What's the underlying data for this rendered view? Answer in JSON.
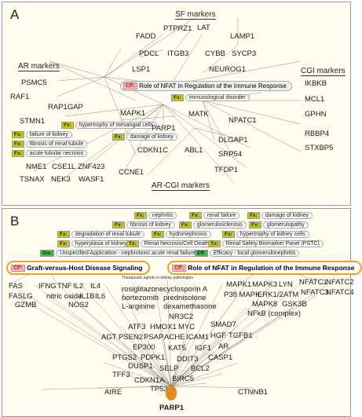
{
  "panel_a": {
    "label": "A",
    "groups": [
      "SF markers",
      "AR markers",
      "CGI markers",
      "AR-CGI markers"
    ],
    "cp": {
      "tag": "CP:",
      "text": "Role of NFAT in Regulation of the Immune Response"
    },
    "fx": [
      {
        "tag": "Fx:",
        "text": "immunological disorder"
      },
      {
        "tag": "Fx:",
        "text": "hypertrophy of mesangial cells"
      },
      {
        "tag": "Fx:",
        "text": "damage of kidney"
      },
      {
        "tag": "Fx:",
        "text": "failure of kidney"
      },
      {
        "tag": "Fx:",
        "text": "fibrosis of renal tubule"
      },
      {
        "tag": "Fx:",
        "text": "acute tubular necrosis"
      }
    ],
    "genes": [
      "FADD",
      "PTPRZ1",
      "LAT",
      "LAMP1",
      "PDCL",
      "ITGB3",
      "CYBB",
      "SYCP3",
      "LSP1",
      "NEUROG1",
      "PSMC5",
      "RAF1",
      "RAP1GAP",
      "MAPK1",
      "MATK",
      "STMN1",
      "PARP1",
      "NFATC1",
      "IKBKB",
      "MCL1",
      "GPHN",
      "CDKN1C",
      "ABL1",
      "DLGAP1",
      "SRP54",
      "RBBP4",
      "STXBP5",
      "NME1",
      "CSE1L",
      "ZNF423",
      "TSNAX",
      "NEK3",
      "WASF1",
      "CCNE1",
      "TFDP1"
    ]
  },
  "panel_b": {
    "label": "B",
    "fx": [
      {
        "tag": "Fx:",
        "text": "nephritis"
      },
      {
        "tag": "Fx:",
        "text": "renal failure"
      },
      {
        "tag": "Fx:",
        "text": "damage of kidney"
      },
      {
        "tag": "Fx:",
        "text": "fibrosis of kidney"
      },
      {
        "tag": "Fx:",
        "text": "glomerulosclerosis"
      },
      {
        "tag": "Fx:",
        "text": "glomerulopathy"
      },
      {
        "tag": "Fx:",
        "text": "degradation of renal tubule"
      },
      {
        "tag": "Fx:",
        "text": "hydronephrosis"
      },
      {
        "tag": "Fx:",
        "text": "hypertrophy of kidney cells"
      },
      {
        "tag": "Fx:",
        "text": "hyperplasia of kidney"
      },
      {
        "tag": "Tx:",
        "text": "Renal Necrosis/Cell Death"
      },
      {
        "tag": "Tx:",
        "text": "Renal Safety Biomarker Panel (PSTC)"
      },
      {
        "tag": "Dis:",
        "text": "Unspecified Application - nephrotoxic acute renal failure"
      },
      {
        "tag": "Eff:",
        "text": "Efficacy - focal glomerulonephritis"
      }
    ],
    "cp": [
      {
        "tag": "CP:",
        "text": "Graft-versus-Host Disease Signaling"
      },
      {
        "tag": "CP:",
        "text": "Role of NFAT in Regulation of the Immune Response"
      }
    ],
    "drug_caption": "Therapeutic agents in kidney pathologies",
    "drugs": [
      "rosiglitazone",
      "cyclosporin A",
      "bortezomib",
      "prednisolone",
      "L-arginine",
      "dexamethasone"
    ],
    "genes": [
      "FAS",
      "IFNG",
      "TNF",
      "IL2",
      "IL4",
      "FASLG",
      "GZMB",
      "nitric oxide",
      "IL1B",
      "IL6",
      "NOS2",
      "MAPK1",
      "MAPK3",
      "LYN",
      "NFATC1",
      "NFATC2",
      "P38 MAPK",
      "ERK1/2",
      "ATM",
      "NFATC3",
      "NFATC4",
      "MAPK8",
      "GSK3B",
      "NFkB (complex)",
      "NR3C2",
      "ATF3",
      "HMOX1",
      "MYC",
      "SMAD7",
      "AGT",
      "PSEN2",
      "PSAP",
      "ACHE",
      "ICAM1",
      "HGF",
      "TGFB1",
      "EP300",
      "KAT5",
      "IGF1",
      "AR",
      "PTGS2",
      "PDPK1",
      "DUSP1",
      "DDIT3",
      "CASP1",
      "TFF3",
      "SELP",
      "BCL2",
      "CDKN1A",
      "BIRC5",
      "AIRE",
      "TP53",
      "CTNNB1"
    ],
    "hub": "PARP1"
  }
}
